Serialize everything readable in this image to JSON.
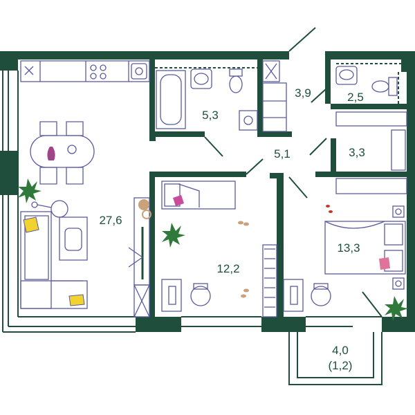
{
  "colors": {
    "wall": "#1f4e3d",
    "line": "#5a5aa0",
    "accent_pink": "#e0739a",
    "accent_yellow": "#f2d22e",
    "accent_green": "#2f7a3a",
    "accent_tan": "#c9a27a"
  },
  "rooms": [
    {
      "id": "living-kitchen",
      "area": "27,6"
    },
    {
      "id": "bathroom",
      "area": "5,3"
    },
    {
      "id": "storage",
      "area": "3,9"
    },
    {
      "id": "wc",
      "area": "2,5"
    },
    {
      "id": "hall",
      "area": "5,1"
    },
    {
      "id": "wardrobe",
      "area": "3,3"
    },
    {
      "id": "children-room",
      "area": "12,2"
    },
    {
      "id": "bedroom",
      "area": "13,3"
    },
    {
      "id": "balcony",
      "area": "4,0",
      "area_reduced": "(1,2)"
    }
  ]
}
